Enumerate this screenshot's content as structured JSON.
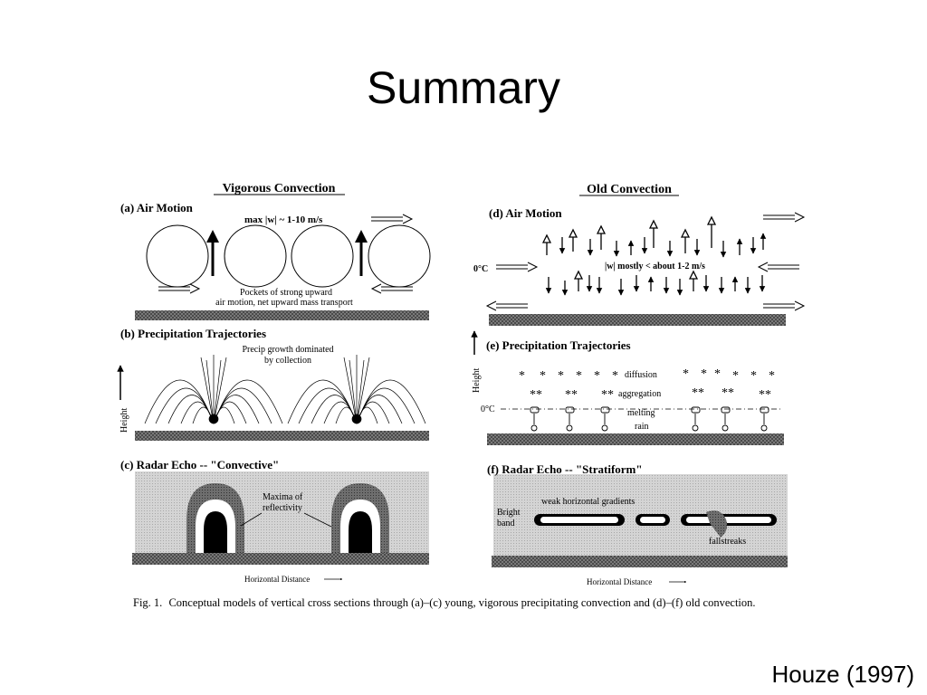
{
  "slide": {
    "title": "Summary",
    "citation": "Houze (1997)"
  },
  "figure": {
    "left": {
      "heading": "Vigorous Convection",
      "a": {
        "label": "(a) Air Motion",
        "max_text": "max |w| ~ 1-10 m/s",
        "pockets_line1": "Pockets of strong upward",
        "pockets_line2": "air motion, net upward mass transport"
      },
      "b": {
        "label": "(b) Precipitation Trajectories",
        "precip_line1": "Precip growth dominated",
        "precip_line2": "by collection",
        "height_label": "Height"
      },
      "c": {
        "label": "(c) Radar Echo -- \"Convective\"",
        "maxima_line1": "Maxima of",
        "maxima_line2": "reflectivity",
        "horizontal_label": "Horizontal Distance"
      }
    },
    "right": {
      "heading": "Old Convection",
      "d": {
        "label": "(d) Air Motion",
        "zero_c": "0°C",
        "w_text": "|w| mostly < about 1-2 m/s"
      },
      "e": {
        "label": "(e) Precipitation Trajectories",
        "height_label": "Height",
        "zero_c": "0°C",
        "diffusion": "diffusion",
        "aggregation": "aggregation",
        "melting": "melting",
        "rain": "rain"
      },
      "f": {
        "label": "(f) Radar Echo -- \"Stratiform\"",
        "weak_gradients": "weak horizontal gradients",
        "bright_line1": "Bright",
        "bright_line2": "band",
        "fallstreaks": "fallstreaks",
        "horizontal_label": "Horizontal Distance"
      }
    },
    "caption_fig": "Fig. 1.",
    "caption": "Conceptual models of vertical cross sections through (a)–(c) young, vigorous precipitating convection and (d)–(f) old convection."
  }
}
